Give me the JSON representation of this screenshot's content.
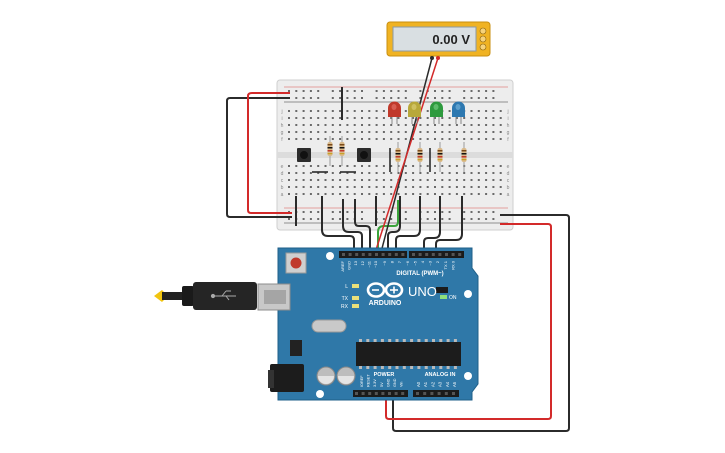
{
  "multimeter": {
    "reading": "0.00 V"
  },
  "arduino": {
    "brand": "ARDUINO",
    "model": "UNO",
    "on_label": "ON",
    "digital_label": "DIGITAL (PWM~)",
    "power_label": "POWER",
    "analog_label": "ANALOG IN",
    "led_labels": [
      "L",
      "TX",
      "RX"
    ],
    "digital_pins": [
      "AREF",
      "GND",
      "13",
      "12",
      "~11",
      "~10",
      "~9",
      "8",
      "7",
      "~6",
      "~5",
      "4",
      "~3",
      "2",
      "TX 1",
      "RX 0"
    ],
    "power_pins": [
      "IOREF",
      "RESET",
      "3.3V",
      "5V",
      "GND",
      "GND",
      "Vin"
    ],
    "analog_pins": [
      "A0",
      "A1",
      "A2",
      "A3",
      "A4",
      "A5"
    ]
  },
  "breadboard": {
    "row_letters_top": [
      "j",
      "i",
      "h",
      "g",
      "f"
    ],
    "row_letters_bottom": [
      "e",
      "d",
      "c",
      "b",
      "a"
    ]
  },
  "colors": {
    "wire_black": "#2b2b2b",
    "wire_red": "#d32a2a",
    "wire_green": "#3aa33a",
    "board": "#2f78a8",
    "led_red": "#c0392b",
    "led_yellow": "#b8a83a",
    "led_green": "#2e9a3e",
    "led_blue": "#2d78b0"
  }
}
